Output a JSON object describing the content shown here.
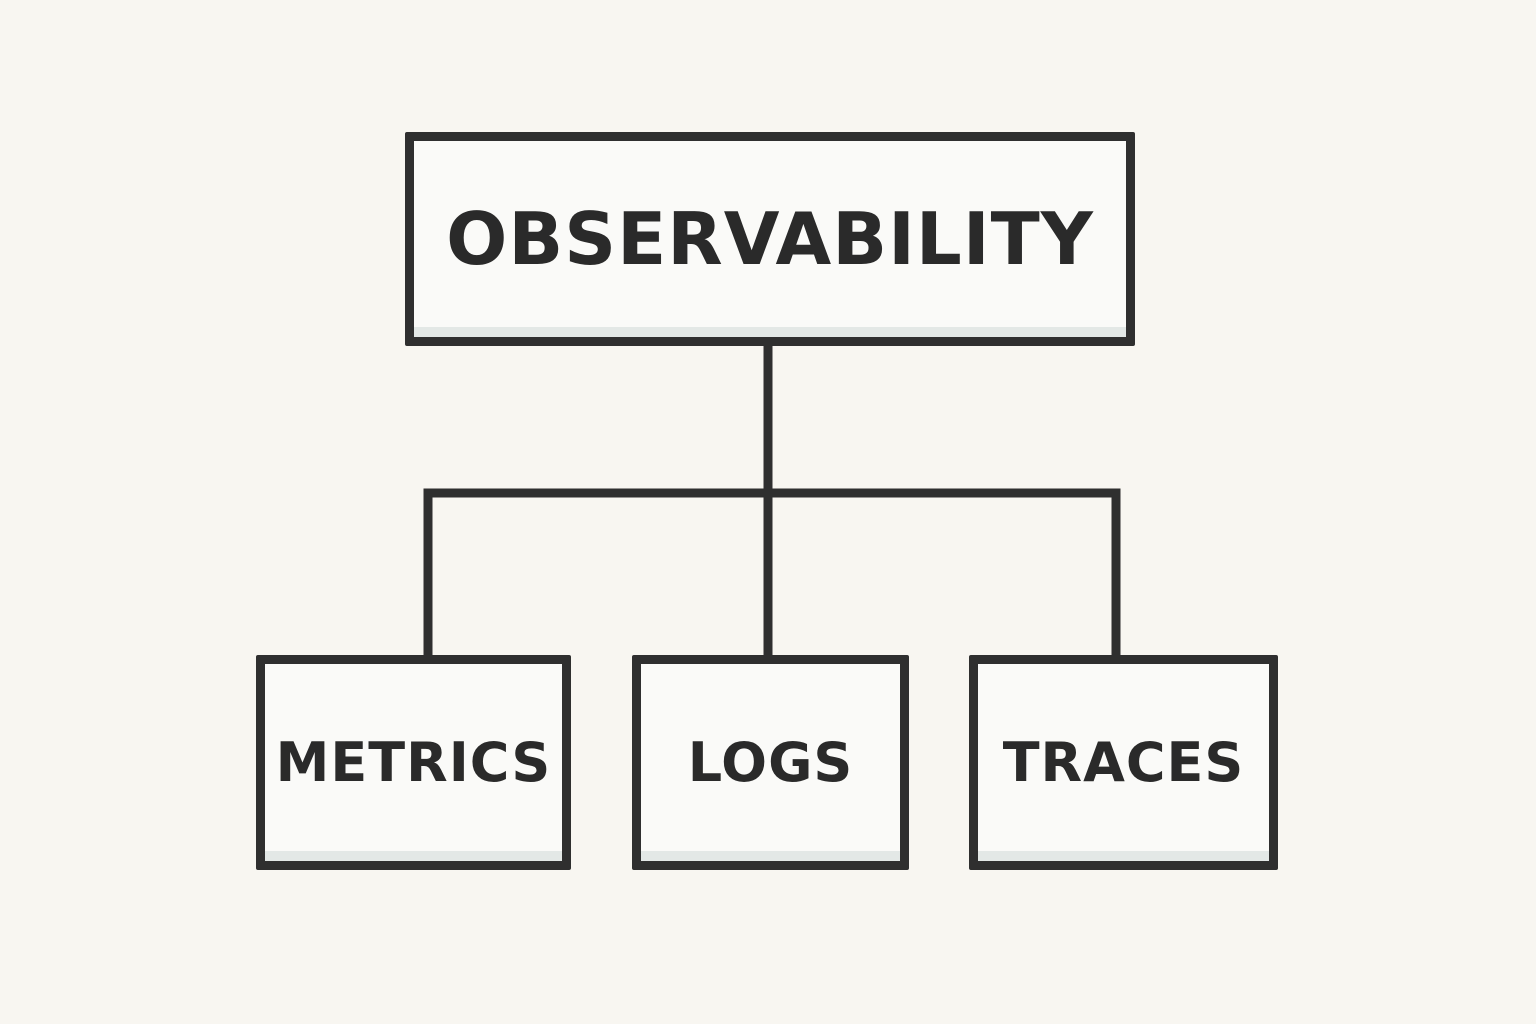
{
  "diagram": {
    "root": {
      "label": "OBSERVABILITY"
    },
    "children": [
      {
        "label": "METRICS"
      },
      {
        "label": "LOGS"
      },
      {
        "label": "TRACES"
      }
    ]
  },
  "colors": {
    "background": "#f8f6f1",
    "stroke": "#2f2f2f",
    "box_fill": "#fafaf8",
    "box_shadow": "#e3e8e6",
    "text": "#2a2a2a"
  }
}
